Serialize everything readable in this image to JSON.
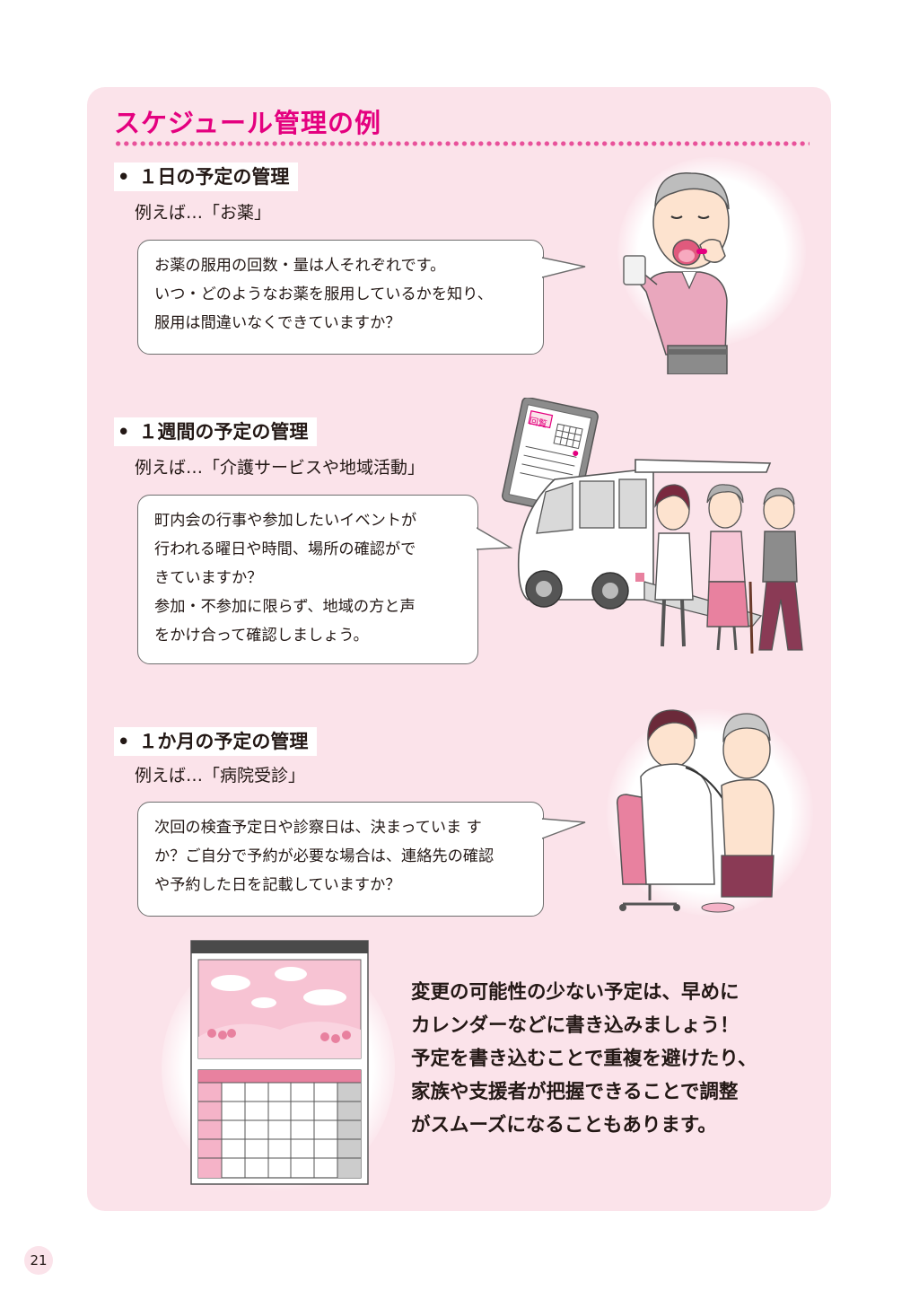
{
  "title": "スケジュール管理の例",
  "sections": [
    {
      "bullet": "•",
      "heading": "１日の予定の管理",
      "example": "例えば…「お薬」",
      "bubble_lines": [
        "お薬の服用の回数・量は人それぞれです。",
        "いつ・どのようなお薬を服用しているかを知り、",
        "服用は間違いなくできていますか？"
      ]
    },
    {
      "bullet": "•",
      "heading": "１週間の予定の管理",
      "example": "例えば…「介護サービスや地域活動」",
      "bubble_lines": [
        "町内会の行事や参加したいイベントが",
        "行われる曜日や時間、場所の確認がで",
        "きていますか？",
        "参加・不参加に限らず、地域の方と声",
        "をかけ合って確認しましょう。"
      ],
      "clipboard_label": "回覧"
    },
    {
      "bullet": "•",
      "heading": "１か月の予定の管理",
      "example": "例えば…「病院受診」",
      "bubble_lines": [
        "次回の検査予定日や診察日は、決まっていま す",
        "か？ご自分で予約が必要な場合は、連絡先の確認",
        "や予約した日を記載していますか？"
      ]
    }
  ],
  "bottom_lines": [
    "変更の可能性の少ない予定は、早めに",
    "カレンダーなどに書き込みましょう！",
    "予定を書き込むことで重複を避けたり、",
    "家族や支援者が把握できることで調整",
    "がスムーズになることもあります。"
  ],
  "page_number": "21",
  "colors": {
    "accent": "#e4007f",
    "panel_bg": "#fbe3ea",
    "pink_light": "#f5b3c8",
    "pink_mid": "#e8819f"
  }
}
